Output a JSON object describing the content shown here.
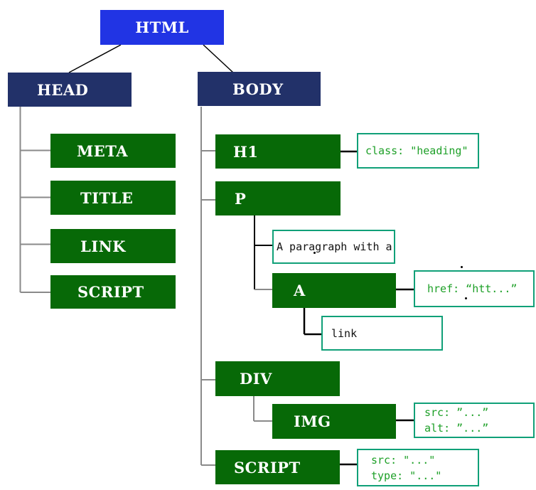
{
  "diagram": {
    "kind": "html-dom-tree",
    "colors": {
      "root_fill": "#2134e4",
      "section_fill": "#223169",
      "element_fill": "#076907",
      "annotation_border": "#10a078",
      "attribute_text": "#1ea028",
      "content_text": "#111111",
      "node_text": "#ffffff",
      "line_gray": "#8a8a8a",
      "line_black": "#000000"
    },
    "nodes": {
      "html": {
        "label": "HTML"
      },
      "head": {
        "label": "HEAD"
      },
      "body": {
        "label": "BODY"
      },
      "meta": {
        "label": "META"
      },
      "title": {
        "label": "TITLE"
      },
      "link": {
        "label": "LINK"
      },
      "script_head": {
        "label": "SCRIPT"
      },
      "h1": {
        "label": "H1"
      },
      "p": {
        "label": "P"
      },
      "a": {
        "label": "A"
      },
      "div": {
        "label": "DIV"
      },
      "img": {
        "label": "IMG"
      },
      "script_body": {
        "label": "SCRIPT"
      }
    },
    "annotations": {
      "h1_class": {
        "text": "class: \"heading\""
      },
      "p_text": {
        "text": "A paragraph with a"
      },
      "a_href": {
        "text": "href: “htt...”"
      },
      "a_text": {
        "text": "link"
      },
      "img_attrs": {
        "lines": [
          "src: ”...”",
          "alt: ”...”"
        ]
      },
      "script_attrs": {
        "lines": [
          "src: \"...\"",
          "type: \"...\""
        ]
      }
    }
  }
}
